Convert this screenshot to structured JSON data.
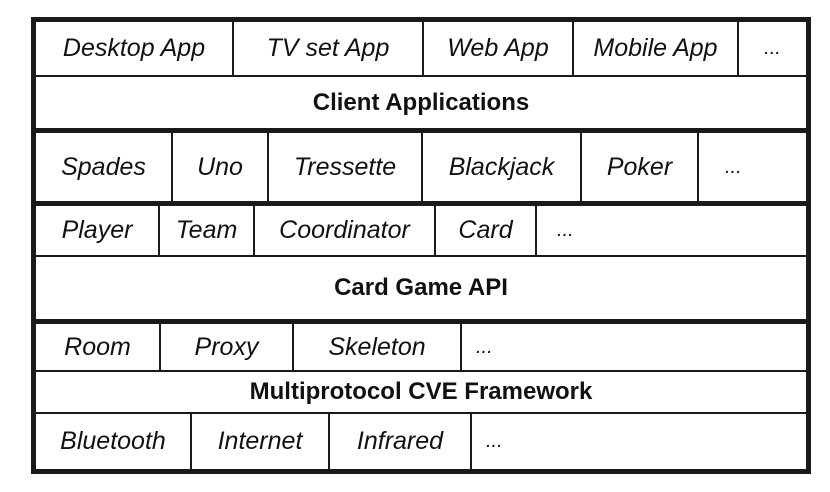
{
  "layers": {
    "client": {
      "apps": [
        "Desktop App",
        "TV set App",
        "Web App",
        "Mobile App",
        "..."
      ],
      "title": "Client Applications"
    },
    "card_game": {
      "games": [
        "Spades",
        "Uno",
        "Tressette",
        "Blackjack",
        "Poker",
        "..."
      ],
      "classes": [
        "Player",
        "Team",
        "Coordinator",
        "Card",
        "..."
      ],
      "title": "Card Game API"
    },
    "framework": {
      "components": [
        "Room",
        "Proxy",
        "Skeleton",
        "..."
      ],
      "title": "Multiprotocol CVE Framework",
      "protocols": [
        "Bluetooth",
        "Internet",
        "Infrared",
        "..."
      ]
    }
  },
  "colors": {
    "border": "#1a1a1a",
    "text": "#111111",
    "background": "#ffffff"
  }
}
